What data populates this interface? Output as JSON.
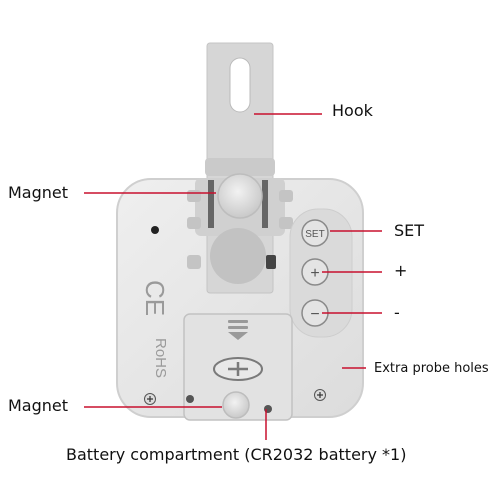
{
  "labels": {
    "hook": "Hook",
    "magnet_top": "Magnet",
    "set": "SET",
    "plus": "+",
    "minus": "-",
    "extra_probe_holes": "Extra probe holes",
    "magnet_bottom": "Magnet",
    "battery_compartment": "Battery compartment (CR2032 battery *1)"
  },
  "device": {
    "button_set_text": "SET",
    "button_plus_text": "+",
    "button_minus_text": "−",
    "ce_mark": "CE",
    "rohs_mark": "RoHS"
  },
  "colors": {
    "callout_line": "#c8102e",
    "body": "#e6e6e6",
    "body_edge": "#cfcfcf",
    "hook": "#d3d3d3",
    "button_panel": "#dcdcdc",
    "text": "#111111"
  },
  "icons": [
    "screw-icon",
    "coin-slot-icon",
    "arrow-down-icon"
  ]
}
